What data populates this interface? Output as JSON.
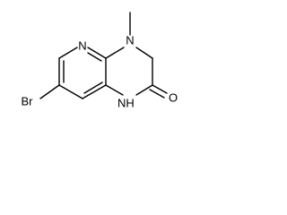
{
  "molecule": {
    "atoms": {
      "ring_n": "N",
      "n_methyl": "N",
      "nh": "NH",
      "carbonyl_o": "O",
      "bromine": "Br"
    }
  },
  "colors": {
    "bond": "#000000",
    "text": "#000000",
    "background": "#ffffff"
  }
}
